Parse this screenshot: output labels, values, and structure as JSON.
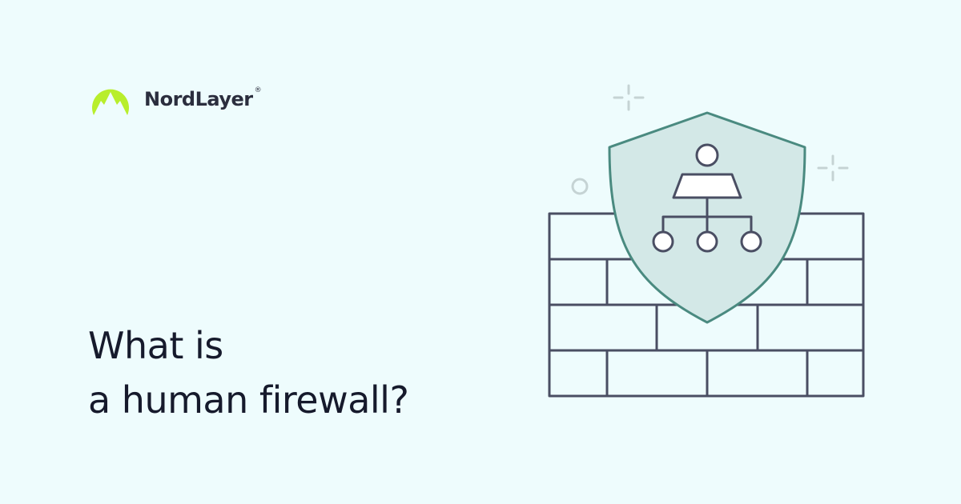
{
  "brand": {
    "name": "NordLayer",
    "registered_mark": "®",
    "logo_icon": "mountain-logo-icon"
  },
  "headline": {
    "line1": "What is",
    "line2": "a human firewall?"
  },
  "illustration": {
    "icons": [
      "brick-wall-icon",
      "shield-icon",
      "org-hierarchy-icon",
      "sparkle-icon",
      "ring-icon"
    ]
  },
  "colors": {
    "background": "#eefcfd",
    "logo_green": "#b8ee2c",
    "text_dark": "#161a2c",
    "outline": "#4a4e63",
    "shield_fill": "#d3e8e7",
    "shield_stroke": "#4a8a80",
    "sparkle": "#c5d3d4"
  }
}
